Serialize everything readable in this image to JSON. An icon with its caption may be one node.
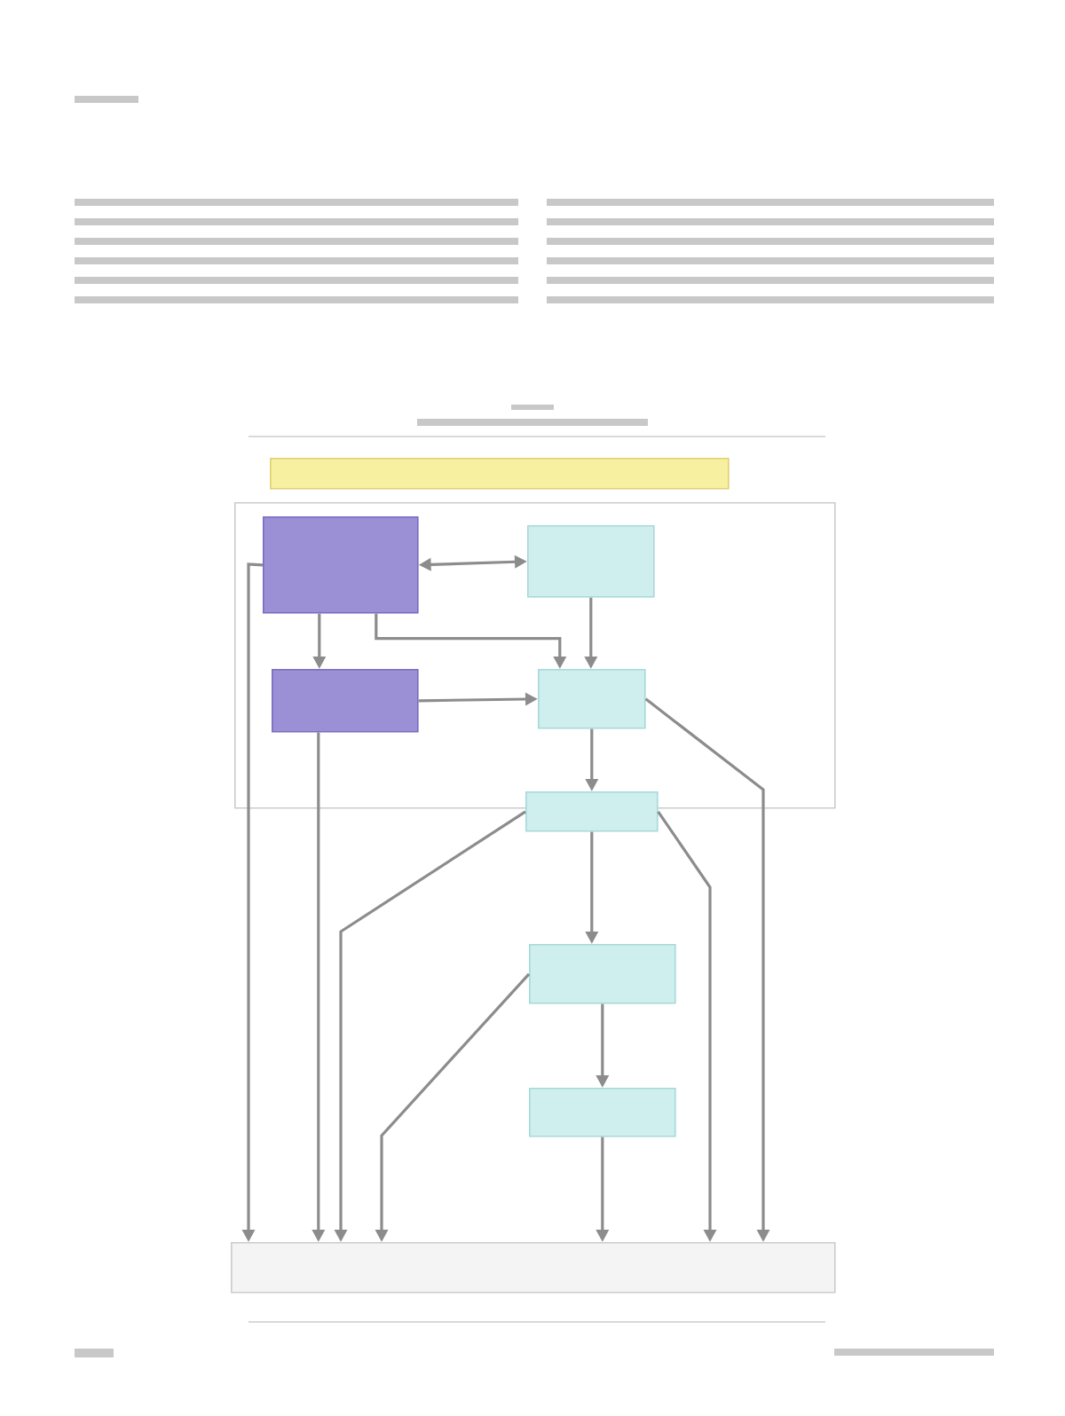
{
  "diagram": {
    "nodes": [
      {
        "text": [],
        "shape": "box"
      },
      {
        "text": [],
        "shape": "box"
      },
      {
        "text": [],
        "shape": "box",
        "in": 1
      },
      {
        "text": [],
        "shape": "box",
        "in": 1
      },
      {
        "text": [],
        "shape": "box",
        "in": 1
      },
      {
        "text": [],
        "shape": "box",
        "in": 1
      },
      {
        "text": [],
        "shape": "box"
      },
      {
        "text": [],
        "shape": "box"
      },
      {
        "text": [],
        "shape": "box"
      },
      {
        "text": [],
        "shape": "box"
      }
    ],
    "edges": [
      {
        "from": 2,
        "to": 3,
        "arrow": "both"
      },
      {
        "from": 2,
        "to": 4,
        "arrow": "to"
      },
      {
        "from": 2,
        "to": 5,
        "arrow": "to"
      },
      {
        "from": 4,
        "to": 5,
        "arrow": "to"
      },
      {
        "from": 3,
        "to": 5,
        "arrow": "to"
      },
      {
        "from": 5,
        "to": 6,
        "arrow": "to"
      },
      {
        "from": 5,
        "to": 9,
        "arrow": "to"
      },
      {
        "from": 6,
        "to": 7,
        "arrow": "to"
      },
      {
        "from": 6,
        "to": 9,
        "arrow": "to"
      },
      {
        "from": 6,
        "to": 9,
        "arrow": "to"
      },
      {
        "from": 7,
        "to": 8,
        "arrow": "to"
      },
      {
        "from": 7,
        "to": 9,
        "arrow": "to"
      },
      {
        "from": 8,
        "to": 9,
        "arrow": "to"
      },
      {
        "from": 2,
        "to": 9,
        "arrow": "to"
      },
      {
        "from": 4,
        "to": 9,
        "arrow": "to"
      }
    ]
  }
}
